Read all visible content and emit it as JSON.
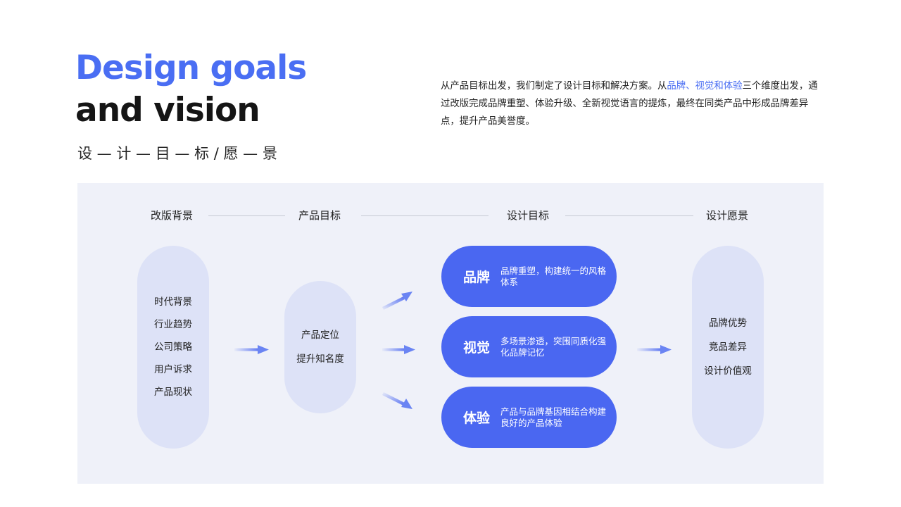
{
  "header": {
    "title_line1": "Design goals",
    "title_line2": "and vision",
    "subtitle": "设 — 计 — 目 — 标 / 愿 — 景"
  },
  "intro": {
    "text_before": "从产品目标出发，我们制定了设计目标和解决方案。从",
    "text_highlight": "品牌、视觉和体验",
    "text_after": "三个维度出发，通过改版完成品牌重塑、体验升级、全新视觉语言的提炼，最终在同类产品中形成品牌差异点，提升产品美誉度。"
  },
  "stages": [
    "改版背景",
    "产品目标",
    "设计目标",
    "设计愿景"
  ],
  "background_items": [
    "时代背景",
    "行业趋势",
    "公司策略",
    "用户诉求",
    "产品现状"
  ],
  "product_goal_items": [
    "产品定位",
    "提升知名度"
  ],
  "design_goals": [
    {
      "name": "品牌",
      "desc": "品牌重塑，构建统一的风格体系"
    },
    {
      "name": "视觉",
      "desc": "多场景渗透，突围同质化强化品牌记忆"
    },
    {
      "name": "体验",
      "desc": "产品与品牌基因相结合构建良好的产品体验"
    }
  ],
  "vision_items": [
    "品牌优势",
    "竞品差异",
    "设计价值观"
  ],
  "colors": {
    "accent": "#4a6ef3",
    "goal_fill": "#4a67f1",
    "pill_fill": "#dde2f7",
    "panel_bg": "#eff1f9"
  }
}
